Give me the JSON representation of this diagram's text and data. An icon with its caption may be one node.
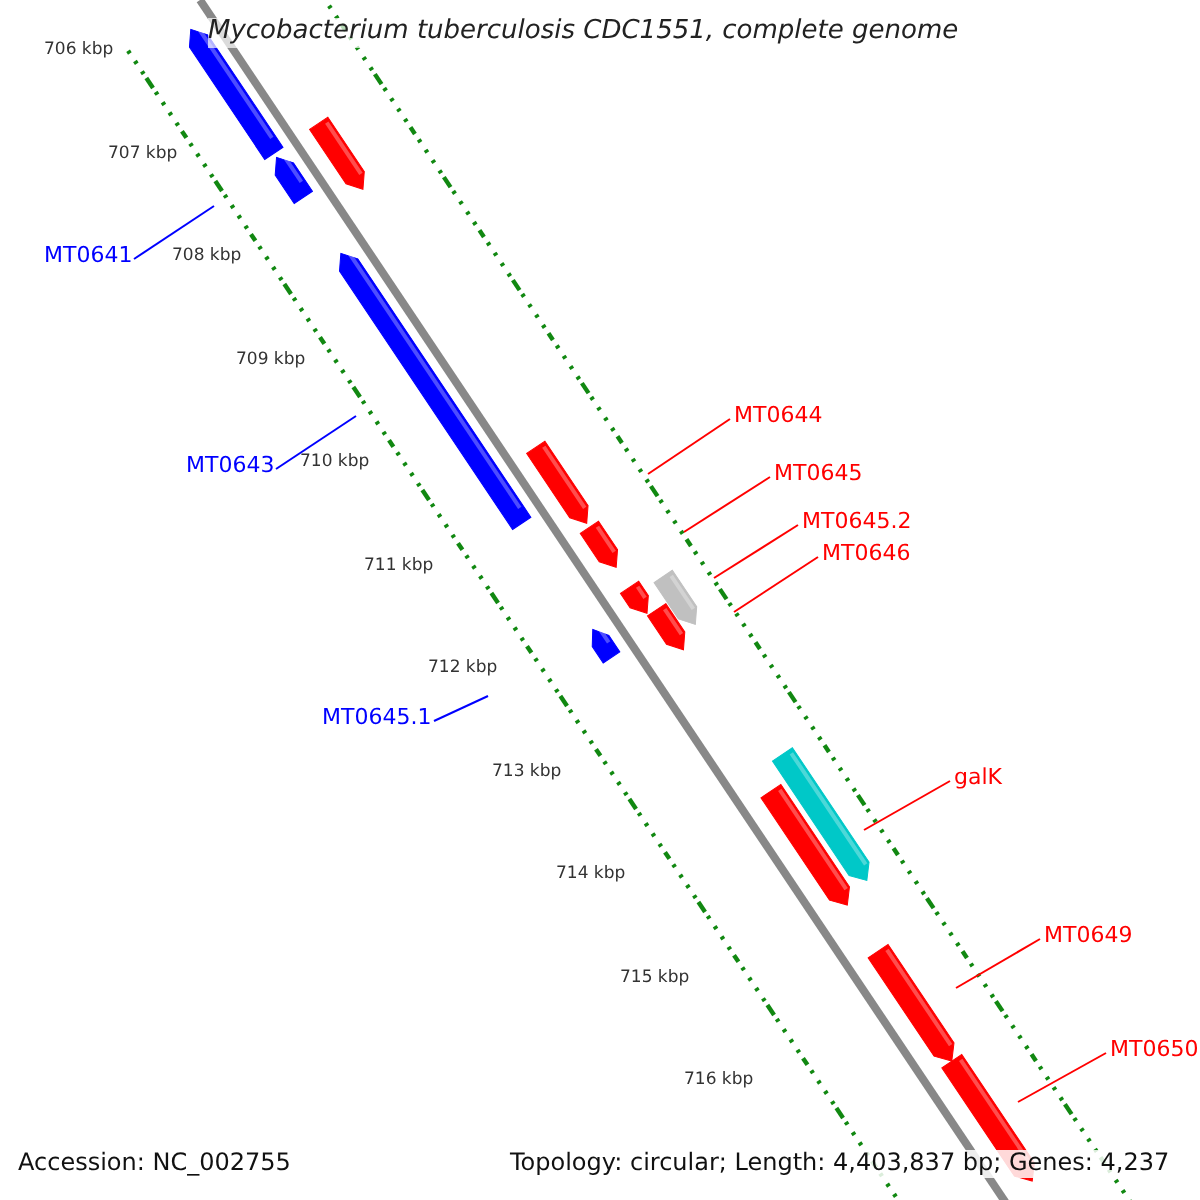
{
  "diagram": {
    "title": "Mycobacterium tuberculosis CDC1551, complete genome",
    "nodes": [
      {
        "text": [
          "MT0641"
        ]
      },
      {
        "text": [
          "MT0644"
        ]
      },
      {
        "text": [
          "MT0643"
        ]
      },
      {
        "text": [
          "MT0645"
        ]
      },
      {
        "text": [
          "MT0645.2"
        ]
      },
      {
        "text": [
          "MT0646"
        ]
      },
      {
        "text": [
          "MT0645.1"
        ]
      },
      {
        "text": [
          "galK"
        ]
      },
      {
        "text": [
          "MT0649"
        ]
      },
      {
        "text": [
          "MT0650"
        ]
      }
    ],
    "edges": [
      {
        "from": 0,
        "to": null,
        "arrow": "none",
        "color": "#0000ff"
      },
      {
        "from": 1,
        "to": null,
        "arrow": "none"
      },
      {
        "from": 2,
        "to": null,
        "arrow": "none",
        "color": "#0000ff"
      },
      {
        "from": 3,
        "to": null,
        "arrow": "none"
      },
      {
        "from": 4,
        "to": null,
        "arrow": "none"
      },
      {
        "from": 5,
        "to": null,
        "arrow": "none"
      },
      {
        "from": 6,
        "to": null,
        "arrow": "none",
        "color": "#0000ff"
      },
      {
        "from": 7,
        "to": null,
        "arrow": "none"
      },
      {
        "from": 8,
        "to": null,
        "arrow": "none"
      },
      {
        "from": 9,
        "to": null,
        "arrow": "none"
      }
    ],
    "labels": [
      "706 kbp",
      "707 kbp",
      "708 kbp",
      "709 kbp",
      "710 kbp",
      "711 kbp",
      "712 kbp",
      "713 kbp",
      "714 kbp",
      "715 kbp",
      "716 kbp",
      "Accession: NC_002755",
      "Topology: circular; Length: 4,403,837 bp; Genes: 4,237"
    ]
  }
}
